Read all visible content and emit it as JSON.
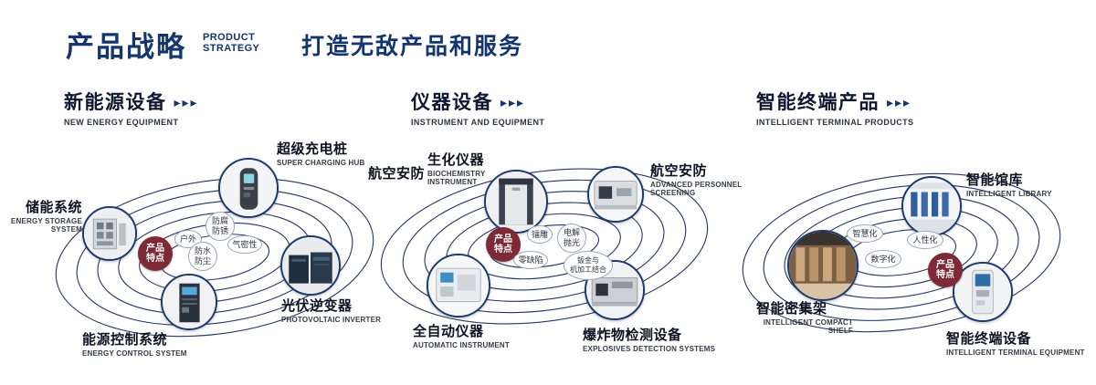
{
  "colors": {
    "primary": "#15356e",
    "orbit": "#26365f",
    "badge": "#7d2a36"
  },
  "icons": {
    "arrows": "▸▸▸"
  },
  "header": {
    "title": "产品战略",
    "subtitle": "PRODUCT\nSTRATEGY",
    "tagline": "打造无敌产品和服务"
  },
  "sections": [
    {
      "title": "新能源设备",
      "subtitle": "NEW ENERGY EQUIPMENT",
      "badge": "产品\n特点",
      "features": [
        "户外",
        "防腐\n防锈",
        "气密性",
        "防水\n防尘"
      ],
      "products": [
        {
          "name": "储能系统",
          "en": "ENERGY STORAGE SYSTEM"
        },
        {
          "name": "超级充电桩",
          "en": "SUPER CHARGING HUB"
        },
        {
          "name": "光伏逆变器",
          "en": "PHOTOVOLTAIC INVERTER"
        },
        {
          "name": "能源控制系统",
          "en": "ENERGY CONTROL SYSTEM"
        }
      ]
    },
    {
      "title": "仪器设备",
      "subtitle": "INSTRUMENT AND EQUIPMENT",
      "badge": "产品\n特点",
      "features": [
        "镭雕",
        "电解\n抛光",
        "零缺陷",
        "钣金与\n机加工结合"
      ],
      "products": [
        {
          "name": "生化仪器",
          "en": "BIOCHEMISTRY INSTRUMENT"
        },
        {
          "name": "航空安防",
          "en": ""
        },
        {
          "name": "航空安防",
          "en": "ADVANCED PERSONNEL SCREENING"
        },
        {
          "name": "全自动仪器",
          "en": "AUTOMATIC INSTRUMENT"
        },
        {
          "name": "爆炸物检测设备",
          "en": "EXPLOSIVES DETECTION SYSTEMS"
        }
      ]
    },
    {
      "title": "智能终端产品",
      "subtitle": "INTELLIGENT TERMINAL PRODUCTS",
      "badge": "产品\n特点",
      "features": [
        "智慧化",
        "人性化",
        "数字化"
      ],
      "products": [
        {
          "name": "智能馆库",
          "en": "INTELLIGENT LIBRARY"
        },
        {
          "name": "智能密集架",
          "en": "INTELLIGENT COMPACT SHELF"
        },
        {
          "name": "智能终端设备",
          "en": "INTELLIGENT TERMINAL EQUIPMENT"
        }
      ]
    }
  ]
}
